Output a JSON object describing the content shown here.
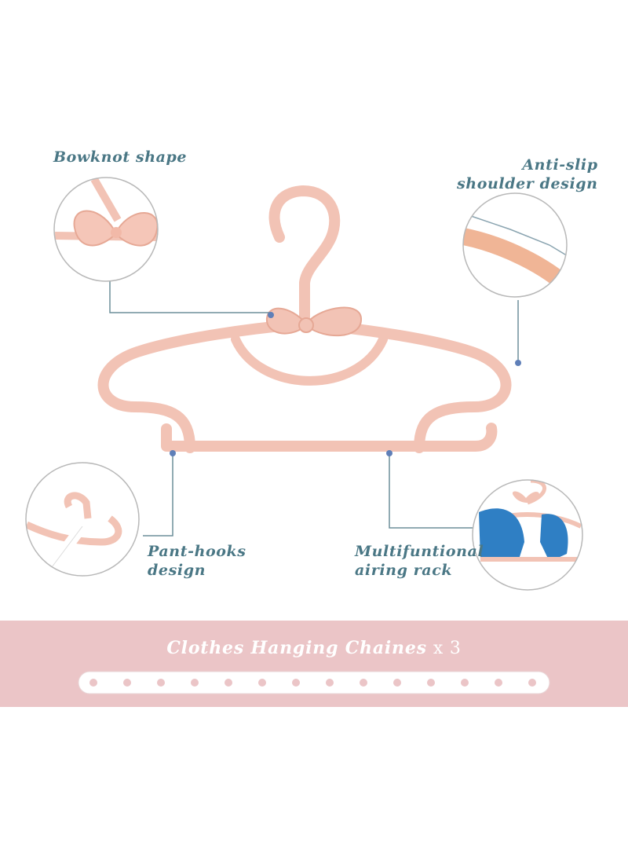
{
  "callouts": {
    "bowknot": "Bowknot shape",
    "anti_slip_line1": "Anti-slip",
    "anti_slip_line2": "shoulder design",
    "pant_hooks_line1": "Pant-hooks",
    "pant_hooks_line2": "design",
    "airing_line1": "Multifuntional",
    "airing_line2": "airing rack"
  },
  "band": {
    "title": "Clothes Hanging Chaines",
    "quantity": "x 3"
  },
  "colors": {
    "hanger": "#f2c3b5",
    "hanger_stroke": "#e6a895",
    "label_text": "#4a7785",
    "leader_line": "#6d8f9a",
    "dot": "#5f7fb8",
    "band": "#ebc5c7",
    "towel": "#2f7fc4"
  }
}
